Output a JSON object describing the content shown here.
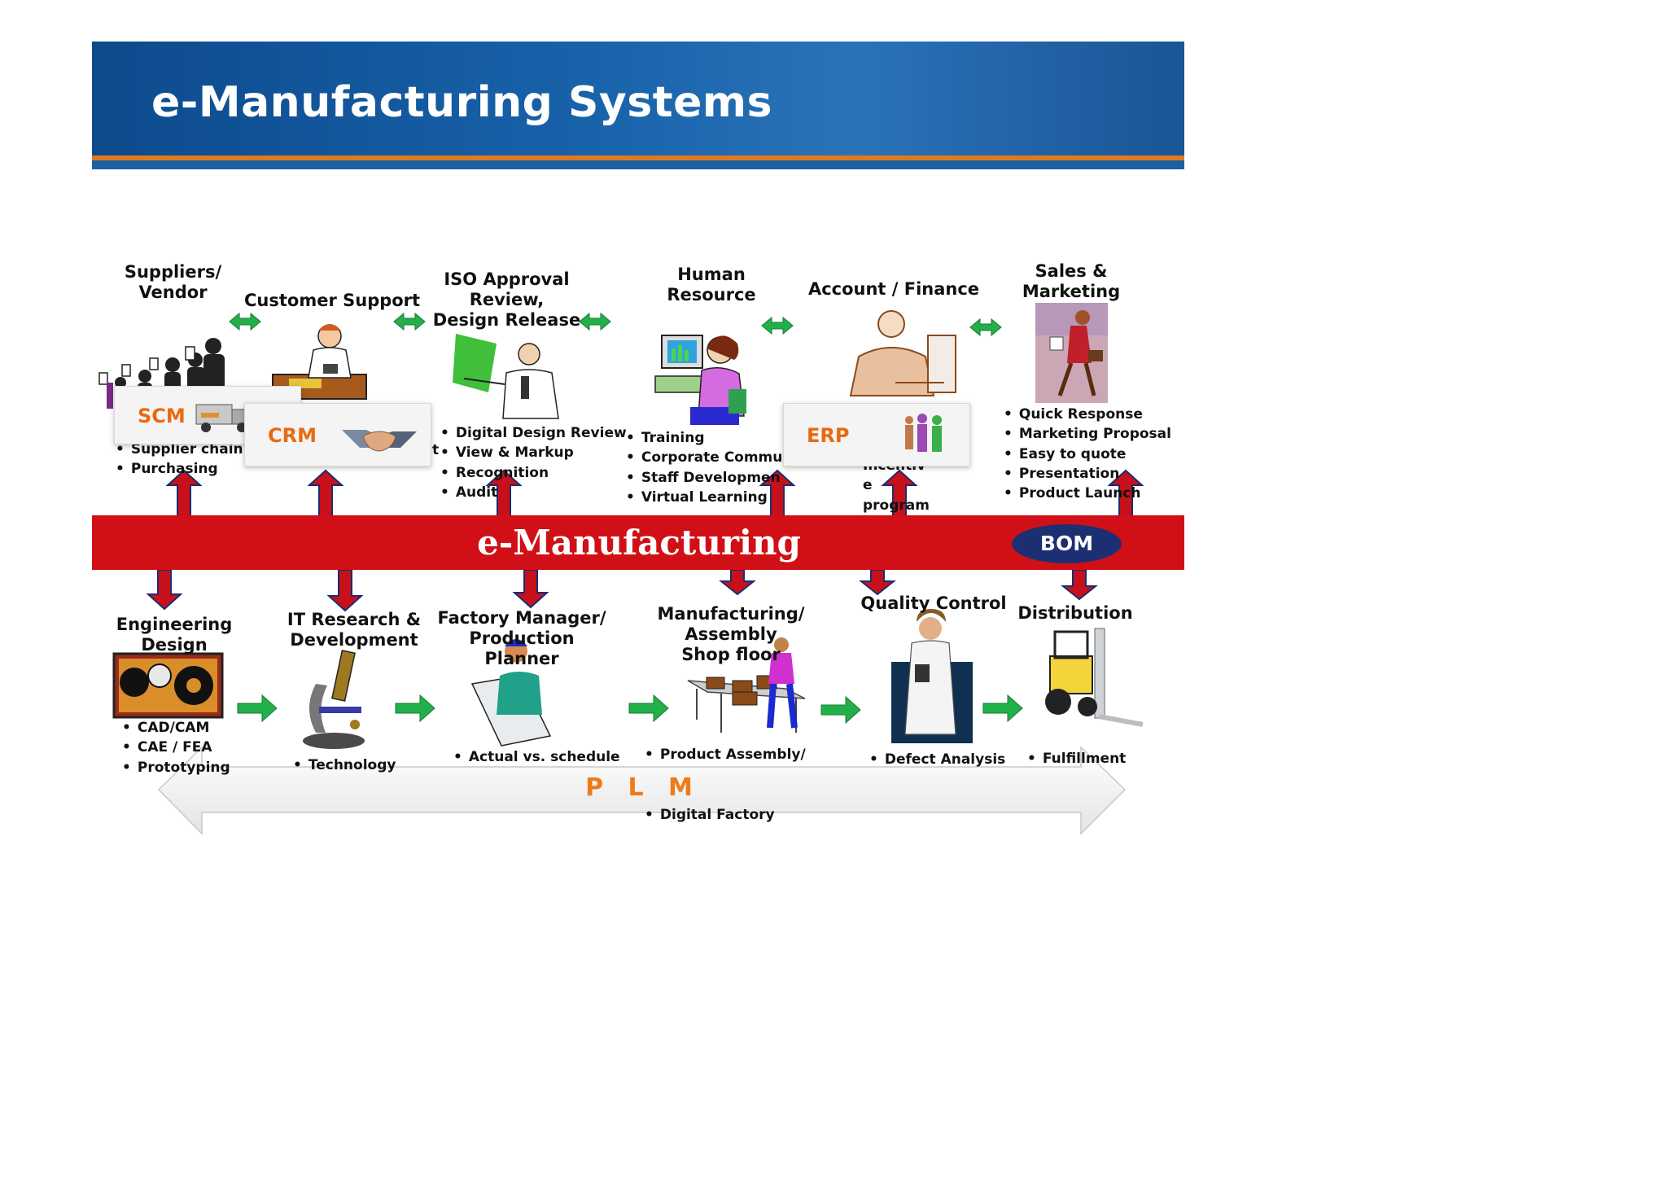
{
  "title": "e-Manufacturing Systems",
  "band_label": "e-Manufacturing",
  "bom_label": "BOM",
  "plm_label": "P L M",
  "top": {
    "suppliers": [
      "Suppliers/",
      "Vendor"
    ],
    "customer_support": "Customer Support",
    "iso": [
      "ISO Approval",
      "Review,",
      "Design Release"
    ],
    "hr": [
      "Human",
      "Resource"
    ],
    "account": "Account / Finance",
    "sales": [
      "Sales &",
      "Marketing"
    ]
  },
  "top_lists": {
    "suppliers": [
      "Supplier chain",
      "Purchasing"
    ],
    "iso": [
      "Digital Design Review",
      "View & Markup",
      "Recognition",
      "Audit"
    ],
    "iso_prefix": "t",
    "hr": [
      "Training",
      "Corporate Commun",
      "Staff Developmen",
      "Virtual Learning"
    ],
    "account": [
      "Incentiv",
      "e",
      "program"
    ],
    "sales": [
      "Quick Response",
      "Marketing Proposal",
      "Easy to quote",
      "Presentation",
      "Product Launch"
    ]
  },
  "cards": {
    "scm": "SCM",
    "crm": "CRM",
    "erp": "ERP"
  },
  "bottom": {
    "engineering": [
      "Engineering",
      "Design"
    ],
    "it": [
      "IT Research &",
      "Development"
    ],
    "factory": [
      "Factory Manager/",
      "Production",
      "Planner"
    ],
    "manufacturing": [
      "Manufacturing/",
      "Assembly",
      "Shop floor"
    ],
    "quality": "Quality Control",
    "distribution": "Distribution"
  },
  "bottom_lists": {
    "engineering": [
      "CAD/CAM",
      "CAE / FEA",
      "Prototyping"
    ],
    "it": [
      "Technology"
    ],
    "factory": [
      "Actual vs. schedule"
    ],
    "manufacturing": [
      "Product Assembly/",
      "Digital Factory"
    ],
    "quality": [
      "Defect Analysis"
    ],
    "distribution": [
      "Fulfillment"
    ]
  },
  "colors": {
    "header": "#1862aa",
    "band": "#d01016",
    "arrow_green": "#22b04a",
    "bom": "#1c2f73",
    "plm": "#ef7a1a"
  }
}
